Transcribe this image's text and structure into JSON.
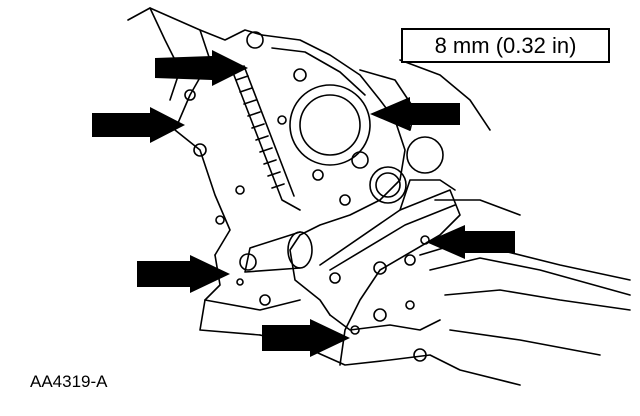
{
  "diagram": {
    "spec_label": "8 mm (0.32 in)",
    "figure_id": "AA4319-A",
    "callout_arrows": [
      {
        "id": "arrow-upper-left-chain",
        "direction": "right"
      },
      {
        "id": "arrow-left-cover-edge",
        "direction": "right"
      },
      {
        "id": "arrow-right-cover-seam",
        "direction": "left"
      },
      {
        "id": "arrow-right-lower-seam",
        "direction": "left"
      },
      {
        "id": "arrow-left-lower-bolt",
        "direction": "right"
      },
      {
        "id": "arrow-bottom-oil-pan",
        "direction": "right"
      }
    ],
    "colors": {
      "line": "#000000",
      "background": "#ffffff"
    }
  }
}
